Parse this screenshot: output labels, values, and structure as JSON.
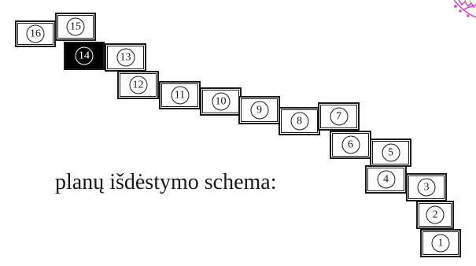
{
  "caption": "planų išdėstymo schema:",
  "panels": [
    {
      "n": "16",
      "dark": false
    },
    {
      "n": "15",
      "dark": false
    },
    {
      "n": "14",
      "dark": true
    },
    {
      "n": "13",
      "dark": false
    },
    {
      "n": "12",
      "dark": false
    },
    {
      "n": "11",
      "dark": false
    },
    {
      "n": "10",
      "dark": false
    },
    {
      "n": "9",
      "dark": false
    },
    {
      "n": "8",
      "dark": false
    },
    {
      "n": "7",
      "dark": false
    },
    {
      "n": "6",
      "dark": false
    },
    {
      "n": "5",
      "dark": false
    },
    {
      "n": "4",
      "dark": false
    },
    {
      "n": "3",
      "dark": false
    },
    {
      "n": "2",
      "dark": false
    },
    {
      "n": "1",
      "dark": false
    }
  ],
  "colors": {
    "line": "#1a1a1a",
    "highlight": "#000000",
    "background": "#ffffff",
    "corner_accent": "#cc33cc"
  }
}
